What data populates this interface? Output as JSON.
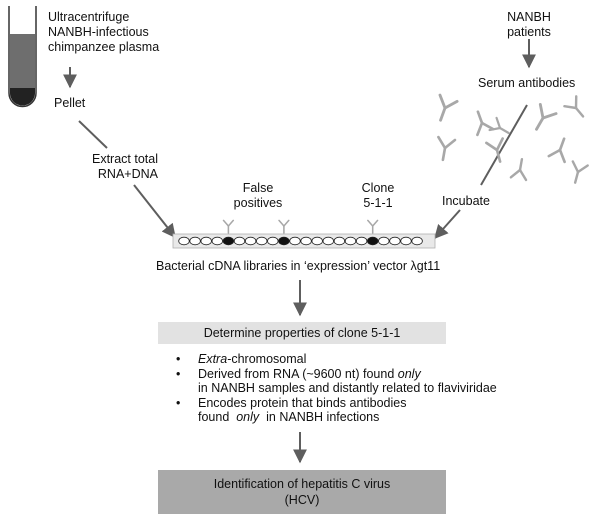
{
  "source": {
    "tube_text": [
      "Ultracentrifuge",
      "NANBH-infectious",
      "chimpanzee plasma"
    ],
    "pellet": "Pellet",
    "extract": [
      "Extract total",
      "RNA+DNA"
    ]
  },
  "patients": {
    "label": [
      "NANBH",
      "patients"
    ],
    "serum": "Serum antibodies",
    "incubate": "Incubate"
  },
  "library": {
    "false_positives": [
      "False",
      "positives"
    ],
    "clone": [
      "Clone",
      "5-1-1"
    ],
    "caption": "Bacterial cDNA libraries in ‘expression’ vector λgt11"
  },
  "properties": {
    "title": "Determine properties of clone 5-1-1",
    "b1_em": "Extra",
    "b1_rest": "-chromosomal",
    "b2_pre": "Derived from RNA (~9600 nt) found",
    "b2_em": "only",
    "b2_line2": "in NANBH samples and distantly related to flaviviridae",
    "b3_line1": "Encodes protein that binds antibodies",
    "b3_pre": "found",
    "b3_em": "only",
    "b3_post": "in NANBH infections"
  },
  "result": {
    "line1": "Identification of hepatitis C virus",
    "line2": "(HCV)"
  },
  "colors": {
    "arrow": "#5e5e5e",
    "antibody": "#a8a8a8",
    "tube_fill": "#6e6e6e",
    "panel_grey": "#e2e2e2",
    "result_grey": "#a9a9a9"
  }
}
